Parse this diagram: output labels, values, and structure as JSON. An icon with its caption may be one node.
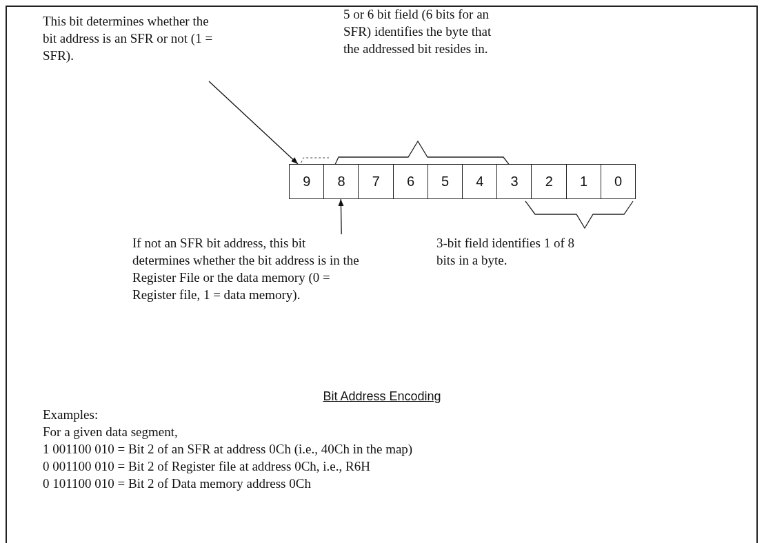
{
  "diagram": {
    "caption": "Bit Address Encoding",
    "nodes": [
      {
        "text": [
          "This bit determines whether the bit address is an SFR or not (1 = SFR)."
        ]
      },
      {
        "text": [
          "9"
        ]
      },
      {
        "text": [
          "8"
        ]
      },
      {
        "text": [
          "7"
        ]
      },
      {
        "text": [
          "6"
        ]
      },
      {
        "text": [
          "5"
        ]
      },
      {
        "text": [
          "4"
        ]
      },
      {
        "text": [
          "3"
        ]
      },
      {
        "text": [
          "2"
        ]
      },
      {
        "text": [
          "1"
        ]
      },
      {
        "text": [
          "0"
        ]
      },
      {
        "text": [
          "5 or 6 bit field (6 bits for an SFR) identifies the byte that the addressed bit resides in."
        ]
      },
      {
        "text": [
          "If not an SFR bit address, this bit determines whether the bit address is in the Register File or the data memory (0 = Register file, 1 = data memory)."
        ]
      },
      {
        "text": [
          "3-bit field identifies 1 of 8 bits in a byte."
        ]
      }
    ],
    "edges": [
      {
        "from": 0,
        "to": 1,
        "arrow": "to"
      },
      {
        "from": 12,
        "to": 2,
        "arrow": "to"
      }
    ],
    "labels": [
      "Examples:",
      "For a given data segment,",
      "1 001100 010 = Bit 2 of an SFR at address 0Ch (i.e., 40Ch in the map)",
      "0 001100 010 = Bit 2 of Register file at address 0Ch, i.e., R6H",
      "0 101100 010 = Bit 2 of Data memory address 0Ch"
    ]
  }
}
